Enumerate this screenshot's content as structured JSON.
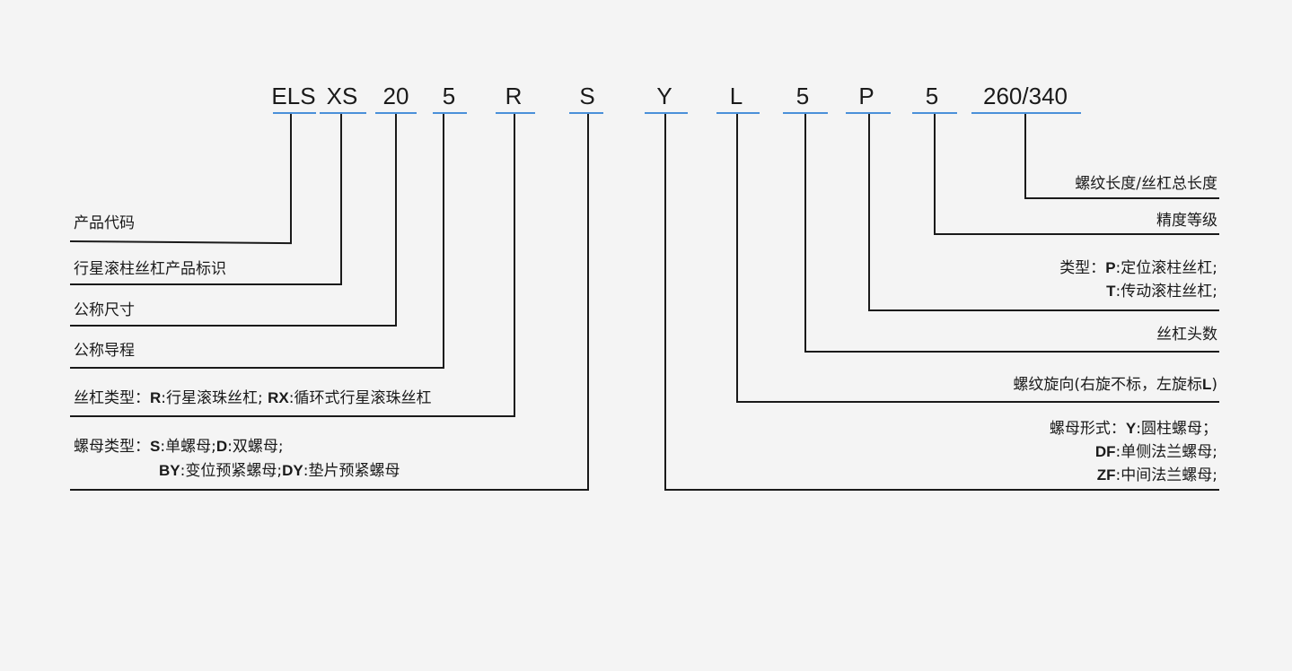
{
  "codes": [
    "ELS",
    "XS",
    "20",
    "5",
    "R",
    "S",
    "Y",
    "L",
    "5",
    "P",
    "5",
    "260/340"
  ],
  "left_labels": {
    "product_code": "产品代码",
    "series": "行星滚柱丝杠产品标识",
    "nominal_size": "公称尺寸",
    "nominal_lead": "公称导程",
    "screw_type_prefix": "丝杠类型：",
    "screw_type_r": "R",
    "screw_type_r_text": ":行星滚珠丝杠;",
    "screw_type_rx": "RX",
    "screw_type_rx_text": ":循环式行星滚珠丝杠",
    "nut_type_prefix": "螺母类型：",
    "nut_s": "S",
    "nut_s_text": ":单螺母;",
    "nut_d": "D",
    "nut_d_text": ":双螺母;",
    "nut_by": "BY",
    "nut_by_text": ":变位预紧螺母;",
    "nut_dy": "DY",
    "nut_dy_text": ":垫片预紧螺母"
  },
  "right_labels": {
    "length": "螺纹长度/丝杠总长度",
    "accuracy": "精度等级",
    "type_prefix": "类型：",
    "type_p": "P",
    "type_p_text": ":定位滚柱丝杠;",
    "type_t": "T",
    "type_t_text": ":传动滚柱丝杠;",
    "starts": "丝杠头数",
    "thread_dir": "螺纹旋向(右旋不标，左旋标",
    "thread_dir_l": "L",
    "thread_dir_close": ")",
    "nut_form_prefix": "螺母形式：",
    "nut_y": "Y",
    "nut_y_text": ":圆柱螺母；",
    "nut_df": "DF",
    "nut_df_text": ":单侧法兰螺母;",
    "nut_zf": "ZF",
    "nut_zf_text": ":中间法兰螺母;"
  },
  "colors": {
    "underline": "#4a90d9",
    "line": "#1a1a1a",
    "background": "#f4f4f4"
  }
}
